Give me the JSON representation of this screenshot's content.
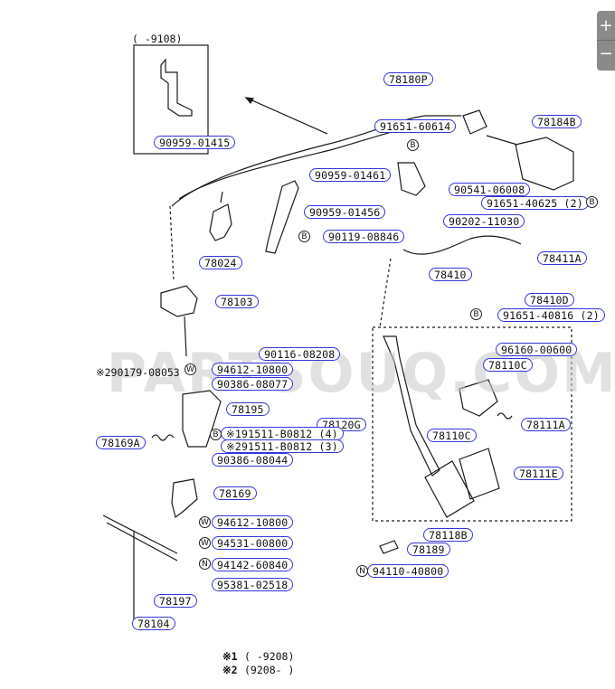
{
  "zoom": {
    "in_label": "+",
    "out_label": "−"
  },
  "watermark": "PARTSOUQ.COM",
  "inset_range": "(      -9108)",
  "labels": {
    "p90959_01415": "90959-01415",
    "p78180P": "78180P",
    "p91651_60614": "91651-60614",
    "p78184B": "78184B",
    "p90959_01461": "90959-01461",
    "p90541_06008": "90541-06008",
    "p91651_40625": "91651-40625 (2)",
    "p90959_01456": "90959-01456",
    "p90202_11030": "90202-11030",
    "p90119_08846": "90119-08846",
    "p78024": "78024",
    "p78411A": "78411A",
    "p78410": "78410",
    "p78410D": "78410D",
    "p78103": "78103",
    "p91651_40816": "91651-40816 (2)",
    "p90116_08208": "90116-08208",
    "p96160_00600": "96160-00600",
    "p90179_08053": "※290179-08053",
    "p94612_10800a": "94612-10800",
    "p78110C_a": "78110C",
    "p90386_08077": "90386-08077",
    "p78195": "78195",
    "p78120G": "78120G",
    "p78111A": "78111A",
    "p91511_B0812_4": "※191511-B0812 (4)",
    "p78110C_b": "78110C",
    "p78169A": "78169A",
    "p91511_B0812_3": "※291511-B0812 (3)",
    "p90386_08044": "90386-08044",
    "p78111E": "78111E",
    "p78169": "78169",
    "p94612_10800b": "94612-10800",
    "p94531_00800": "94531-00800",
    "p78118B": "78118B",
    "p78189": "78189",
    "p94142_60840": "94142-60840",
    "p94110_40800": "94110-40800",
    "p95381_02518": "95381-02518",
    "p78197": "78197",
    "p78104": "78104"
  },
  "symbols": {
    "B": "B",
    "W": "W",
    "N": "N"
  },
  "footnotes": [
    {
      "mark": "※1",
      "text": "(      -9208)"
    },
    {
      "mark": "※2",
      "text": "(9208-     )"
    }
  ]
}
